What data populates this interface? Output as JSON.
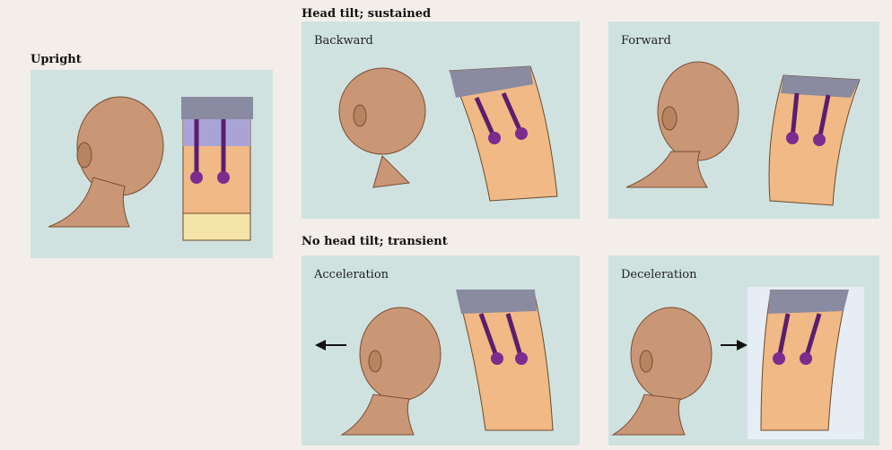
{
  "titles": {
    "upright": "Upright",
    "sustained": "Head tilt; sustained",
    "transient": "No head tilt; transient"
  },
  "panels": {
    "upright": {
      "label": ""
    },
    "backward": {
      "label": "Backward"
    },
    "forward": {
      "label": "Forward"
    },
    "acceleration": {
      "label": "Acceleration"
    },
    "deceleration": {
      "label": "Deceleration"
    }
  },
  "colors": {
    "panel": "#cfe2e0",
    "skin": "#c99776",
    "skin_dark": "#9c6a4c",
    "cells": "#f0b985",
    "support": "#f5e4a8",
    "membrane": "#a9a3d6",
    "otoconia": "#8a8aa0",
    "hair": "#5b1e6e"
  }
}
